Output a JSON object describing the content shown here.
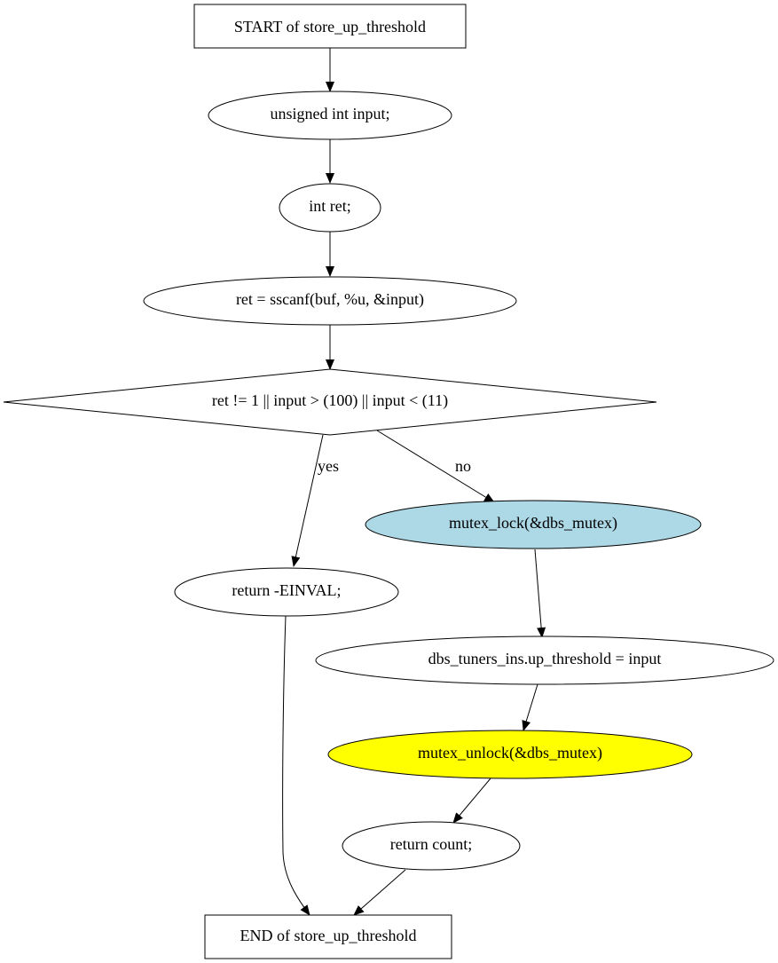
{
  "nodes": {
    "start": "START of store_up_threshold",
    "decl_input": "unsigned int input;",
    "decl_ret": "int ret;",
    "sscanf": "ret = sscanf(buf, %u, &input)",
    "condition": "ret != 1 || input > (100) || input < (11)",
    "return_einval": "return -EINVAL;",
    "mutex_lock": "mutex_lock(&dbs_mutex)",
    "assign_threshold": "dbs_tuners_ins.up_threshold = input",
    "mutex_unlock": "mutex_unlock(&dbs_mutex)",
    "return_count": "return count;",
    "end": "END of store_up_threshold"
  },
  "edge_labels": {
    "yes": "yes",
    "no": "no"
  },
  "colors": {
    "mutex_lock_fill": "#add8e6",
    "mutex_unlock_fill": "#ffff00",
    "stroke": "#000000",
    "background": "#ffffff"
  }
}
